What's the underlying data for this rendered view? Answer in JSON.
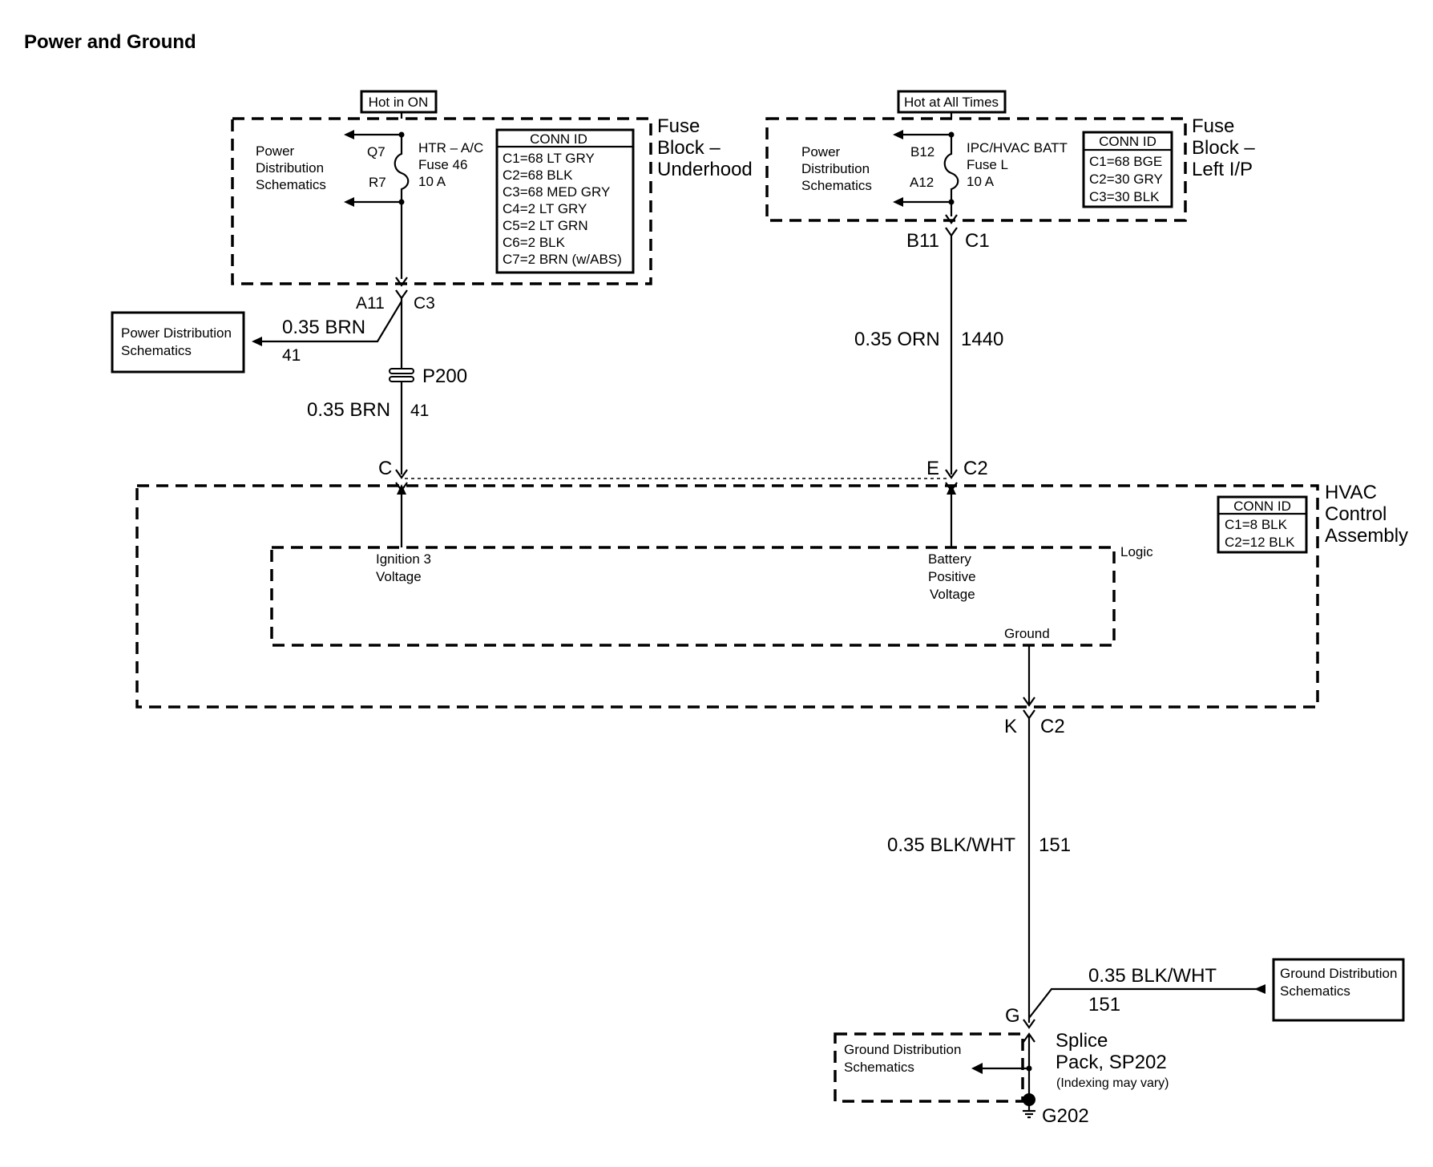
{
  "title": "Power and Ground",
  "fuse_block_underhood": {
    "tag": "Hot in ON",
    "name_lines": [
      "Fuse",
      "Block –",
      "Underhood"
    ],
    "pds_lines": [
      "Power",
      "Distribution",
      "Schematics"
    ],
    "pin_top": "Q7",
    "pin_bottom": "R7",
    "fuse_lines": [
      "HTR – A/C",
      "Fuse 46",
      "10 A"
    ],
    "conn_id_title": "CONN ID",
    "conn_id": [
      "C1=68 LT GRY",
      "C2=68 BLK",
      "C3=68 MED GRY",
      "C4=2 LT GRY",
      "C5=2 LT GRN",
      "C6=2 BLK",
      "C7=2 BRN (w/ABS)"
    ]
  },
  "fuse_block_left_ip": {
    "tag": "Hot at All Times",
    "name_lines": [
      "Fuse",
      "Block –",
      "Left I/P"
    ],
    "pds_lines": [
      "Power",
      "Distribution",
      "Schematics"
    ],
    "pin_top": "B12",
    "pin_bottom": "A12",
    "fuse_lines": [
      "IPC/HVAC BATT",
      "Fuse L",
      "10 A"
    ],
    "conn_id_title": "CONN ID",
    "conn_id": [
      "C1=68 BGE",
      "C2=30 GRY",
      "C3=30 BLK"
    ]
  },
  "left_circuit": {
    "connector_pin": "A11",
    "connector": "C3",
    "branch_wire": "0.35 BRN",
    "branch_circuit": "41",
    "branch_dest_lines": [
      "Power Distribution",
      "Schematics"
    ],
    "splice": "P200",
    "wire": "0.35 BRN",
    "circuit": "41",
    "hvac_pin": "C"
  },
  "right_circuit": {
    "connector_pin": "B11",
    "connector": "C1",
    "wire": "0.35 ORN",
    "circuit": "1440",
    "hvac_pin": "E",
    "hvac_connector": "C2"
  },
  "hvac_control": {
    "name_lines": [
      "HVAC",
      "Control",
      "Assembly"
    ],
    "conn_id_title": "CONN ID",
    "conn_id": [
      "C1=8 BLK",
      "C2=12 BLK"
    ],
    "logic_label": "Logic",
    "input_left_lines": [
      "Ignition 3",
      "Voltage"
    ],
    "input_right_lines": [
      "Battery",
      "Positive",
      "Voltage"
    ],
    "ground_label": "Ground"
  },
  "ground_circuit": {
    "hvac_pin": "K",
    "hvac_connector": "C2",
    "wire": "0.35 BLK/WHT",
    "circuit": "151",
    "splice_pin": "G",
    "branch_wire": "0.35 BLK/WHT",
    "branch_circuit": "151",
    "branch_dest_lines": [
      "Ground Distribution",
      "Schematics"
    ],
    "splice_pack_lines": [
      "Splice",
      "Pack, SP202"
    ],
    "splice_pack_note": "(Indexing may vary)",
    "splice_gds_lines": [
      "Ground Distribution",
      "Schematics"
    ],
    "ground_point": "G202"
  }
}
